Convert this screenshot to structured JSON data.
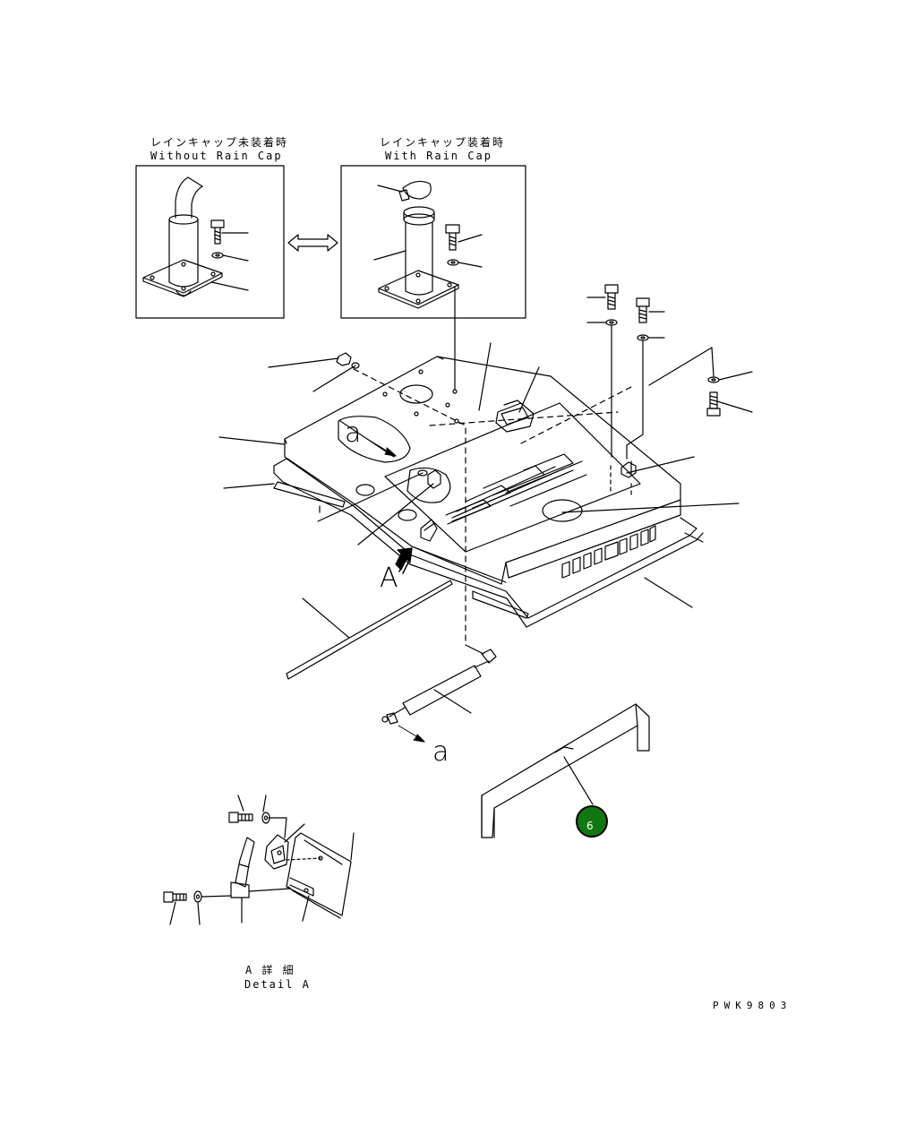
{
  "diagram": {
    "inset_left": {
      "title_jp": "レインキャップ未装着時",
      "title_en": "Without Rain Cap"
    },
    "inset_right": {
      "title_jp": "レインキャップ装着時",
      "title_en": "With Rain Cap"
    },
    "labels": {
      "view_a": "A",
      "mark_a_upper": "a",
      "mark_a_lower": "a"
    },
    "detail": {
      "title_jp": "A 詳 細",
      "title_en": "Detail A"
    },
    "callout": {
      "number": "6",
      "color": "#117711"
    },
    "drawing_code": "PWK9803"
  }
}
